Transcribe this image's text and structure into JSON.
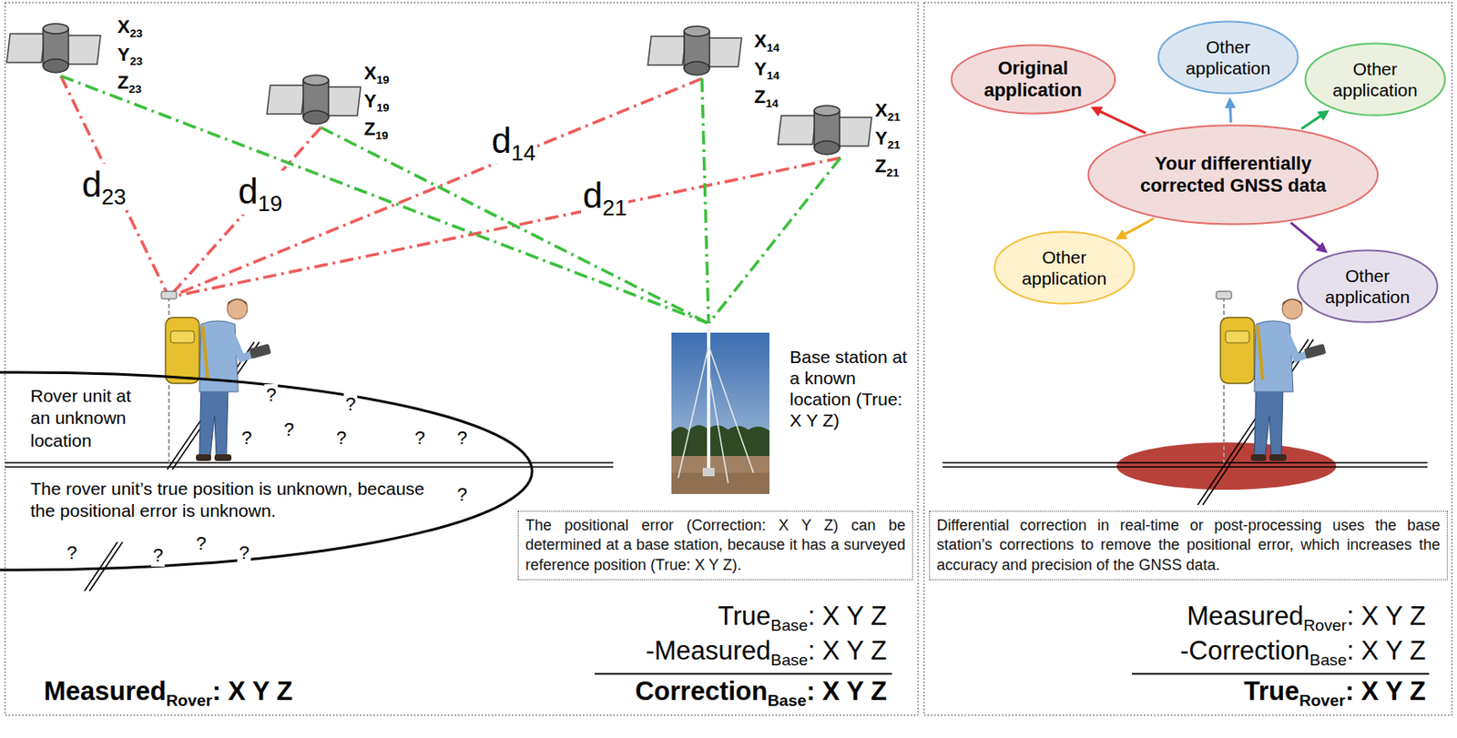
{
  "diagram": {
    "nodes": [
      {
        "text": [
          "Rover unit at an unknown location",
          "The rover unit’s true position is unknown, because the positional error is unknown."
        ]
      },
      {
        "text": [
          "The positional error (Correction: X Y Z) can be determined at a base station, because it has a surveyed reference position (True: X Y Z)."
        ]
      },
      {
        "text": [
          "Differential correction in real-time or post-processing uses the base station’s corrections to remove the positional error, which increases the accuracy and precision of the GNSS data."
        ]
      },
      {
        "text": [
          "Original application"
        ]
      },
      {
        "text": [
          "Other application"
        ]
      },
      {
        "text": [
          "Other application"
        ]
      },
      {
        "text": [
          "Your differentially corrected GNSS data"
        ]
      },
      {
        "text": [
          "Other application"
        ]
      },
      {
        "text": [
          "Other application"
        ]
      }
    ],
    "edges": [
      {
        "from": 6,
        "to": 3,
        "arrow": "to"
      },
      {
        "from": 6,
        "to": 4,
        "arrow": "to"
      },
      {
        "from": 6,
        "to": 5,
        "arrow": "to"
      },
      {
        "from": 6,
        "to": 7,
        "arrow": "to"
      },
      {
        "from": 6,
        "to": 8,
        "arrow": "to"
      }
    ],
    "labels": [
      "X",
      "23",
      "Y",
      "23",
      "Z",
      "23",
      "X",
      "19",
      "Y",
      "19",
      "Z",
      "19",
      "X",
      "14",
      "Y",
      "14",
      "Z",
      "14",
      "X",
      "21",
      "Y",
      "21",
      "Z",
      "21",
      "d",
      "23",
      "d",
      "19",
      "d",
      "14",
      "d",
      "21",
      "Base station at a known location (True: X Y Z)",
      "?",
      "?",
      "?",
      "?",
      "?",
      "?",
      "?",
      "?",
      "?",
      "?",
      "?",
      "?",
      "Measured",
      "Rover",
      ": X Y Z",
      "True",
      "Base",
      ": X Y Z",
      "-Measured",
      "Base",
      ": X Y Z",
      "Correction",
      "Base",
      ": X Y Z",
      "Measured",
      "Rover",
      ": X Y Z",
      "-Correction",
      "Base",
      ": X Y Z",
      "True",
      "Rover",
      ": X Y Z"
    ]
  }
}
